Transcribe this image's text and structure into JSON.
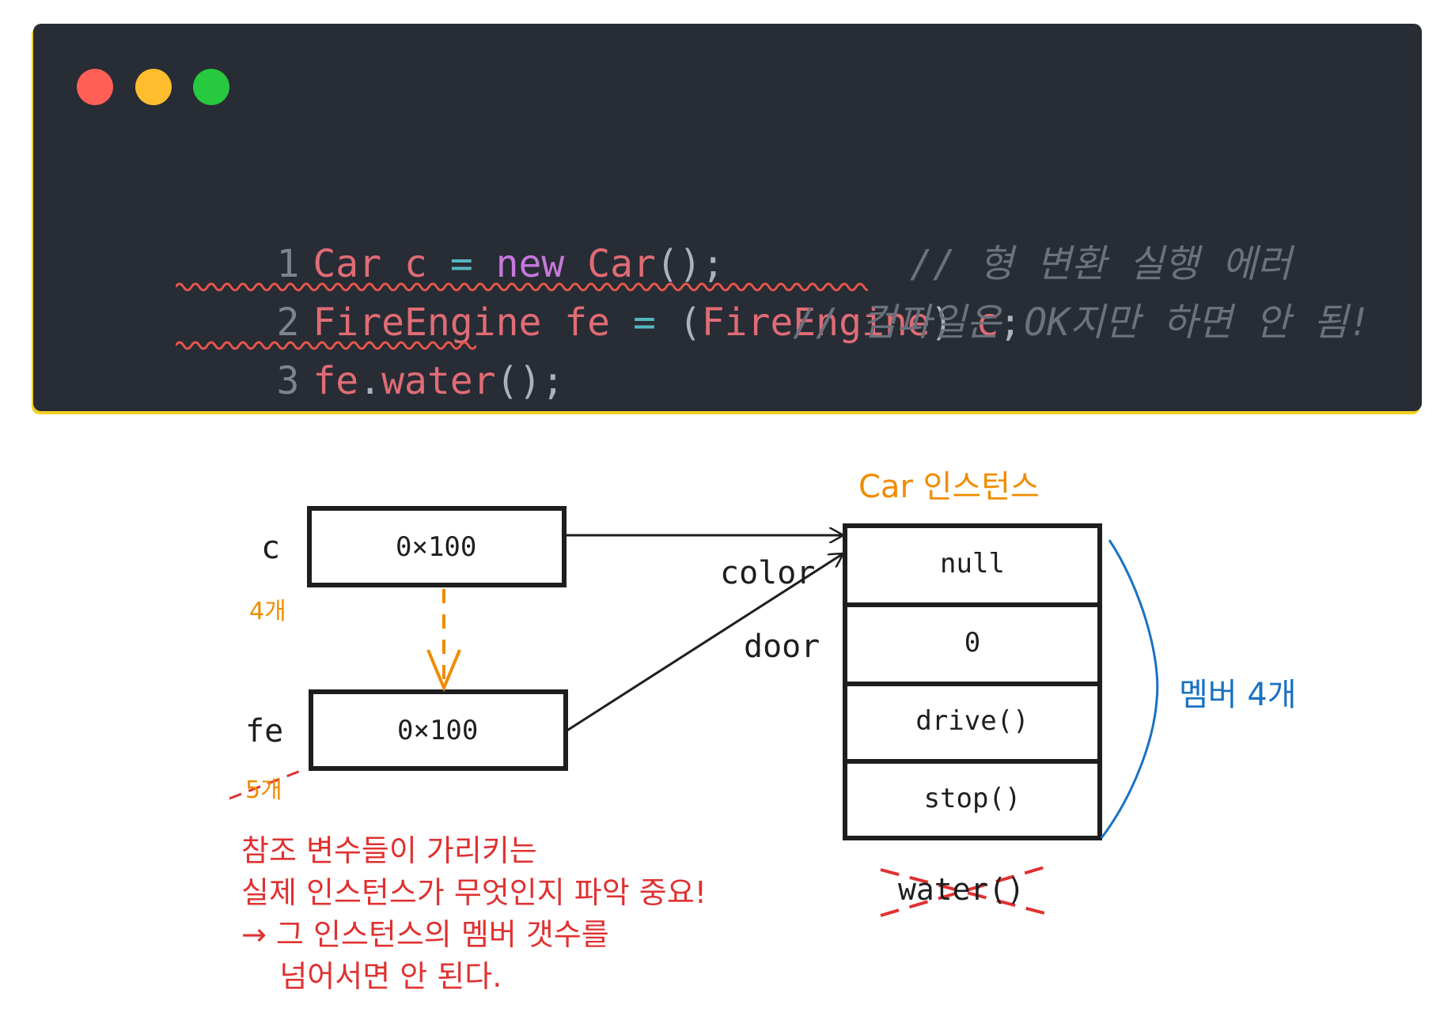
{
  "window": {
    "buttons": {
      "close_color": "#ff5f56",
      "minimize_color": "#ffbd2e",
      "maximize_color": "#27c93f"
    }
  },
  "code": {
    "colors": {
      "type": "#e06c75",
      "keyword": "#c678dd",
      "operator": "#56b6c2",
      "plain": "#abb2bf",
      "line_number": "#7d838f",
      "comment": "#6b717d",
      "error_underline": "#e8554e"
    },
    "lines": [
      {
        "number": "1",
        "comment": ""
      },
      {
        "number": "2",
        "comment": "// 형 변환 실행 에러"
      },
      {
        "number": "3",
        "comment": "// 컴파일은 OK지만 하면 안 됨!"
      }
    ]
  },
  "diagram": {
    "colors": {
      "orange": "#f08c00",
      "blue": "#1971c2",
      "red": "#e03131",
      "ink": "#1e1e1e"
    },
    "ref_c": {
      "name": "c",
      "value": "0×100",
      "member_count": "4개"
    },
    "ref_fe": {
      "name": "fe",
      "value": "0×100",
      "member_count": "5개"
    },
    "instance_title": "Car 인스턴스",
    "fields": [
      "color",
      "door"
    ],
    "members": [
      "null",
      "0",
      "drive()",
      "stop()"
    ],
    "member_count_label": "멤버 4개",
    "missing_member": "water()",
    "note": "참조 변수들이 가리키는\n실제 인스턴스가 무엇인지 파악 중요!\n→ 그 인스턴스의 멤버 갯수를\n    넘어서면 안 된다."
  }
}
